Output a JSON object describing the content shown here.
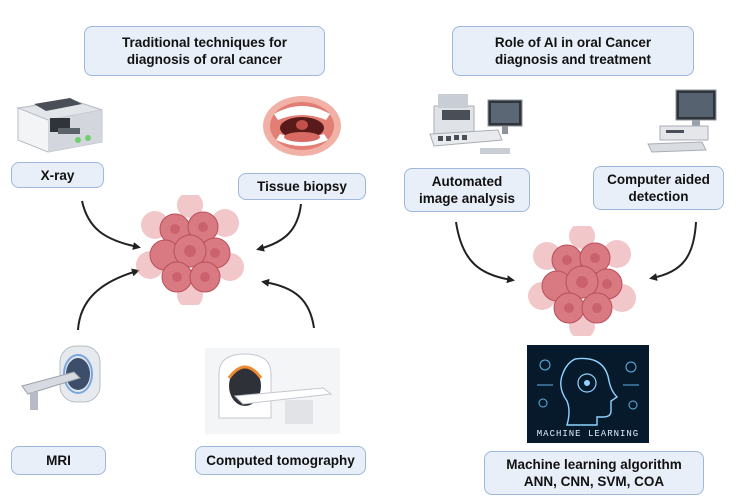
{
  "left_panel": {
    "title_line1": "Traditional techniques for",
    "title_line2": "diagnosis of oral cancer",
    "xray_label": "X-ray",
    "biopsy_label": "Tissue biopsy",
    "mri_label": "MRI",
    "ct_label": "Computed tomography"
  },
  "right_panel": {
    "title_line1": "Role of AI in oral Cancer",
    "title_line2": "diagnosis and treatment",
    "automated_line1": "Automated",
    "automated_line2": "image analysis",
    "cad_line1": "Computer aided",
    "cad_line2": "detection",
    "ml_line1": "Machine learning algorithm",
    "ml_line2": "ANN, CNN, SVM, COA",
    "ml_image_text": "MACHINE LEARNING"
  },
  "icons": {
    "xray": "x-ray-machine-icon",
    "biopsy": "open-mouth-icon",
    "mri": "mri-scanner-icon",
    "ct": "ct-scanner-icon",
    "tumor": "cancer-cell-cluster-icon",
    "lab": "automated-lab-workstation-icon",
    "computer": "desktop-computer-icon",
    "ml": "machine-learning-head-icon"
  }
}
